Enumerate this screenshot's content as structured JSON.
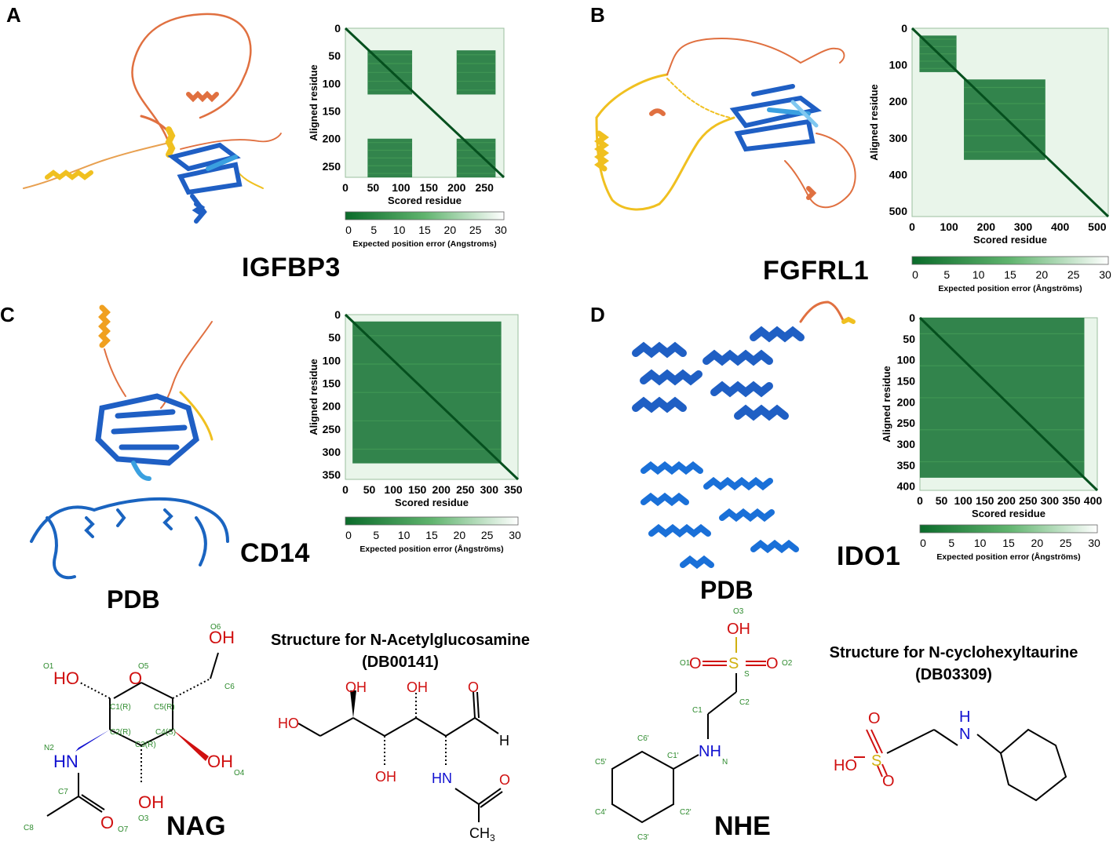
{
  "panels": {
    "A": {
      "letter": "A",
      "protein": "IGFBP3"
    },
    "B": {
      "letter": "B",
      "protein": "FGFRL1"
    },
    "C": {
      "letter": "C",
      "protein": "CD14",
      "pdb": "PDB"
    },
    "D": {
      "letter": "D",
      "protein": "IDO1",
      "pdb": "PDB"
    }
  },
  "colors": {
    "dark_green": "#0a6b2a",
    "mid_green": "#4aa35a",
    "light_green": "#e9f5ea",
    "protein_blue": "#1f5fc4",
    "orange": "#e07040",
    "yellow": "#f0c020"
  },
  "chart_data": [
    {
      "type": "heatmap",
      "panel": "A",
      "xlabel": "Scored residue",
      "ylabel": "Aligned residue",
      "x_ticks": [
        0,
        50,
        100,
        150,
        200,
        250
      ],
      "y_ticks": [
        0,
        50,
        100,
        150,
        200,
        250
      ],
      "xlim": [
        0,
        285
      ],
      "ylim": [
        0,
        270
      ],
      "colorbar": {
        "label": "Expected position error (Angstroms)",
        "ticks": [
          0,
          5,
          10,
          15,
          20,
          25,
          30
        ]
      },
      "blocks": [
        [
          40,
          120,
          40,
          120
        ],
        [
          40,
          120,
          200,
          270
        ],
        [
          200,
          270,
          40,
          120
        ],
        [
          200,
          270,
          200,
          270
        ]
      ]
    },
    {
      "type": "heatmap",
      "panel": "B",
      "xlabel": "Scored residue",
      "ylabel": "Aligned residue",
      "x_ticks": [
        0,
        100,
        200,
        300,
        400,
        500
      ],
      "y_ticks": [
        0,
        100,
        200,
        300,
        400,
        500
      ],
      "xlim": [
        0,
        530
      ],
      "ylim": [
        0,
        515
      ],
      "colorbar": {
        "label": "Expected position error (Ångströms)",
        "ticks": [
          0,
          5,
          10,
          15,
          20,
          25,
          30
        ]
      },
      "blocks": [
        [
          20,
          120,
          20,
          120
        ],
        [
          140,
          360,
          140,
          360
        ]
      ]
    },
    {
      "type": "heatmap",
      "panel": "C",
      "xlabel": "Scored residue",
      "ylabel": "Aligned residue",
      "x_ticks": [
        0,
        50,
        100,
        150,
        200,
        250,
        300,
        350
      ],
      "y_ticks": [
        0,
        50,
        100,
        150,
        200,
        250,
        300,
        350
      ],
      "xlim": [
        0,
        360
      ],
      "ylim": [
        0,
        360
      ],
      "colorbar": {
        "label": "Expected position error (Ångströms)",
        "ticks": [
          0,
          5,
          10,
          15,
          20,
          25,
          30
        ]
      },
      "blocks": [
        [
          15,
          325,
          15,
          325
        ]
      ]
    },
    {
      "type": "heatmap",
      "panel": "D",
      "xlabel": "Scored residue",
      "ylabel": "Aligned residue",
      "x_ticks": [
        0,
        50,
        100,
        150,
        200,
        250,
        300,
        350,
        400
      ],
      "y_ticks": [
        0,
        50,
        100,
        150,
        200,
        250,
        300,
        350,
        400
      ],
      "xlim": [
        0,
        410
      ],
      "ylim": [
        0,
        410
      ],
      "colorbar": {
        "label": "Expected position error (Ångströms)",
        "ticks": [
          0,
          5,
          10,
          15,
          20,
          25,
          30
        ]
      },
      "blocks": [
        [
          0,
          380,
          0,
          380
        ]
      ]
    }
  ],
  "ligands": {
    "nag": {
      "name": "NAG",
      "title_line1": "Structure for N-Acetylglucosamine",
      "title_line2": "(DB00141)",
      "atoms": {
        "o1": "O1",
        "o5": "O5",
        "o6": "O6",
        "c6": "C6",
        "c1": "C1(R)",
        "c5": "C5(R)",
        "c2": "C2(R)",
        "c4": "C4(S)",
        "c3": "C3(R)",
        "n2": "N2",
        "o4": "O4",
        "o3": "O3",
        "c7": "C7",
        "c8": "C8",
        "o7": "O7"
      },
      "groups": {
        "oh": "OH",
        "ho": "HO",
        "hn": "HN",
        "o": "O",
        "h": "H",
        "ch3": "CH",
        "sub3": "3"
      }
    },
    "nhe": {
      "name": "NHE",
      "title_line1": "Structure for N-cyclohexyltaurine",
      "title_line2": "(DB03309)",
      "atoms": {
        "o3": "O3",
        "o1": "O1",
        "o2": "O2",
        "s": "S",
        "c2": "C2",
        "c1": "C1",
        "n": "N",
        "c1p": "C1'",
        "c2p": "C2'",
        "c3p": "C3'",
        "c4p": "C4'",
        "c5p": "C5'",
        "c6p": "C6'"
      },
      "groups": {
        "oh": "OH",
        "s": "S",
        "o": "O",
        "nh": "NH",
        "h": "H",
        "n": "N",
        "ho": "HO"
      }
    }
  }
}
